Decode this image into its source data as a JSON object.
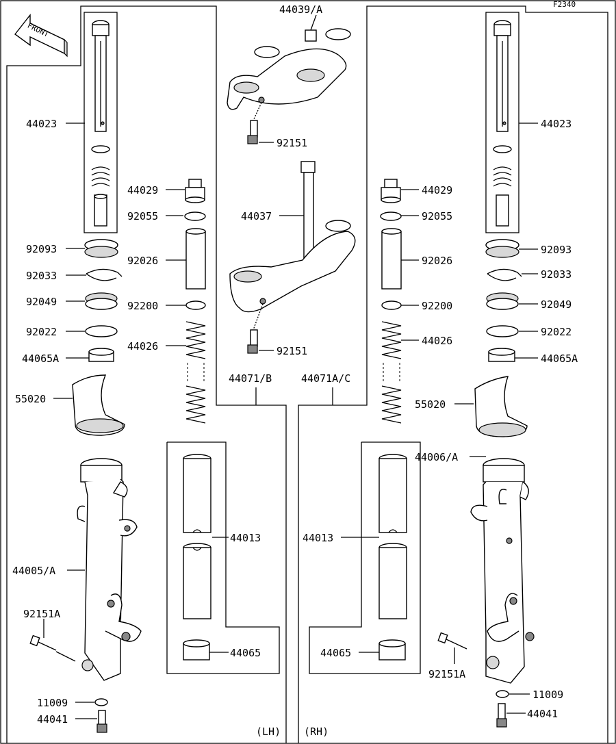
{
  "figure_code": "F2340",
  "front_label": "FRONT",
  "side_lh": "(LH)",
  "side_rh": "(RH)",
  "labels": {
    "l_44023": "44023",
    "l_44029": "44029",
    "l_92055": "92055",
    "l_92093": "92093",
    "l_92026": "92026",
    "l_92033": "92033",
    "l_92049": "92049",
    "l_92200": "92200",
    "l_92022": "92022",
    "l_44026": "44026",
    "l_44065A": "44065A",
    "l_55020": "55020",
    "l_44005A": "44005/A",
    "l_92151A": "92151A",
    "l_11009": "11009",
    "l_44041": "44041",
    "l_44013": "44013",
    "l_44065": "44065",
    "l_44071B": "44071/B",
    "c_44039A": "44039/A",
    "c_92151_top": "92151",
    "c_44037": "44037",
    "c_92151_bot": "92151",
    "r_44023": "44023",
    "r_44029": "44029",
    "r_92055": "92055",
    "r_92093": "92093",
    "r_92026": "92026",
    "r_92033": "92033",
    "r_92049": "92049",
    "r_92200": "92200",
    "r_92022": "92022",
    "r_44026": "44026",
    "r_44065A": "44065A",
    "r_55020": "55020",
    "r_44006A": "44006/A",
    "r_92151A": "92151A",
    "r_11009": "11009",
    "r_44041": "44041",
    "r_44013": "44013",
    "r_44065": "44065",
    "r_44071C": "44071A/C"
  }
}
